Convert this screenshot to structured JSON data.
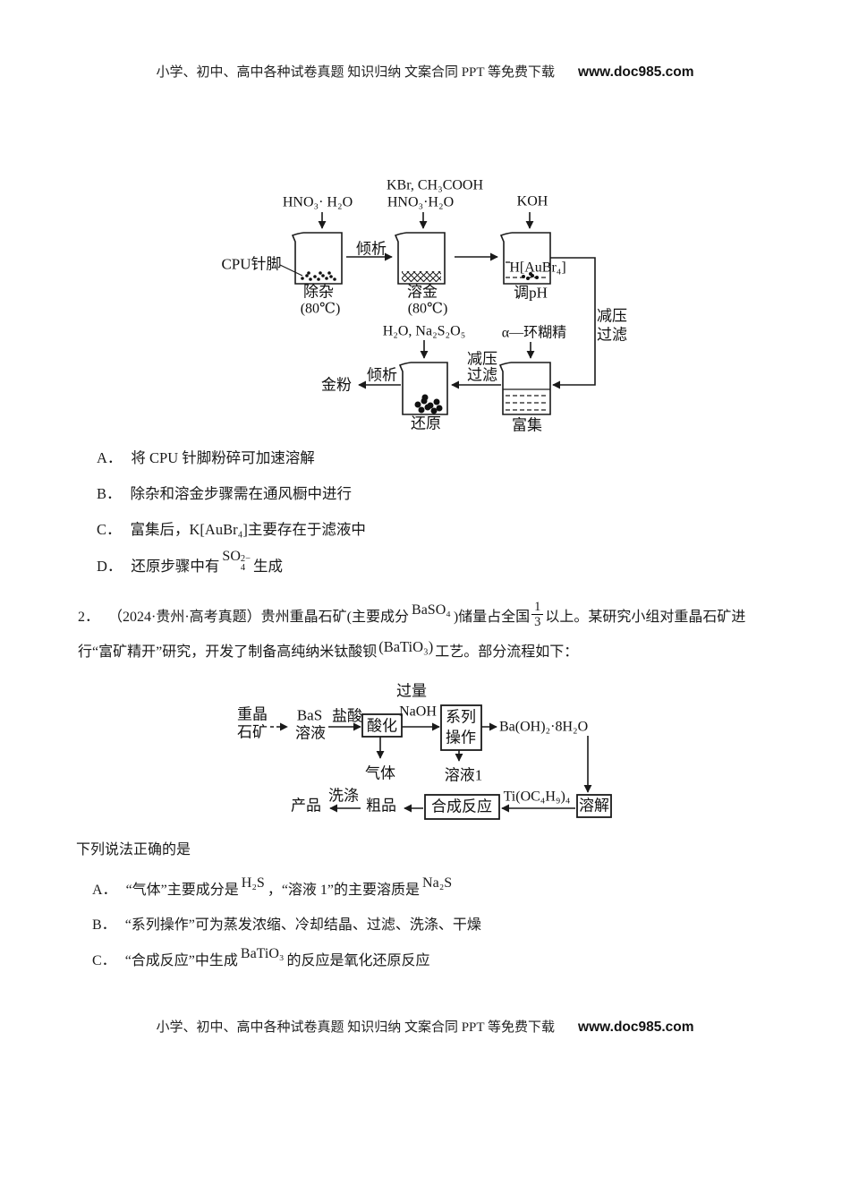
{
  "header": {
    "text": "小学、初中、高中各种试卷真题  知识归纳  文案合同  PPT 等免费下载",
    "site": "www.doc985.com"
  },
  "footer": {
    "text": "小学、初中、高中各种试卷真题  知识归纳  文案合同  PPT 等免费下载",
    "site": "www.doc985.com"
  },
  "q1": {
    "diagram": {
      "reagent1": "HNO₃· H₂O",
      "reagent2a": "KBr, CH₃COOH",
      "reagent2b": "HNO₃·H₂O",
      "reagent3": "KOH",
      "cpu": "CPU针脚",
      "decant1": "倾析",
      "step1": "除杂",
      "temp1": "(80℃)",
      "step2": "溶金",
      "temp2": "(80℃)",
      "step3": "调pH",
      "in_beaker3": "H[AuBr₄]",
      "filter_right": [
        "减压",
        "过滤"
      ],
      "reagent4": "H₂O, Na₂S₂O₅",
      "reagent5": "α—环糊精",
      "filter_mid": [
        "减压",
        "过滤"
      ],
      "decant2": "倾析",
      "gold": "金粉",
      "step4": "还原",
      "step5": "富集"
    },
    "options": [
      {
        "label": "A．",
        "text": "将 CPU 针脚粉碎可加速溶解"
      },
      {
        "label": "B．",
        "text": "除杂和溶金步骤需在通风橱中进行"
      },
      {
        "label": "C．",
        "pre": "富集后，K[AuBr₄]主要存在于滤液中"
      },
      {
        "label": "D．",
        "pre": "还原步骤中有",
        "so4_base": "SO",
        "so4_sup": "2−",
        "so4_sub": "4",
        "post": "生成"
      }
    ]
  },
  "q2": {
    "number": "2．",
    "line1_a": "（2024·贵州·高考真题）贵州重晶石矿(主要成分",
    "formula1": "BaSO₄",
    "line1_b": ")储量占全国",
    "frac_num": "1",
    "frac_den": "3",
    "line1_c": "以上。某研究小组对重晶石矿进",
    "line2_a": "行“富矿精开”研究，开发了制备高纯纳米钛酸钡",
    "formula2": "(BaTiO₃)",
    "line2_b": "工艺。部分流程如下：",
    "diagram": {
      "source": [
        "重晶",
        "石矿"
      ],
      "bas": [
        "BaS",
        "溶液"
      ],
      "hcl": "盐酸",
      "box1": "酸化",
      "excess": [
        "过量",
        "NaOH"
      ],
      "box2": [
        "系列",
        "操作"
      ],
      "product1": "Ba(OH)₂·8H₂O",
      "gas": "气体",
      "solution1": "溶液1",
      "ti": "Ti(OC₄H₉)₄",
      "box3": "溶解",
      "box4": "合成反应",
      "crude": "粗品",
      "wash": "洗涤",
      "final": "产品"
    },
    "stem": "下列说法正确的是",
    "options": [
      {
        "label": "A．",
        "seg1": "“气体”主要成分是",
        "f1": "H₂S",
        "seg2": "，“溶液 1”的主要溶质是",
        "f2": "Na₂S"
      },
      {
        "label": "B．",
        "text": "“系列操作”可为蒸发浓缩、冷却结晶、过滤、洗涤、干燥"
      },
      {
        "label": "C．",
        "seg1": "“合成反应”中生成",
        "f1": "BaTiO₃",
        "seg2": "的反应是氧化还原反应"
      }
    ]
  }
}
